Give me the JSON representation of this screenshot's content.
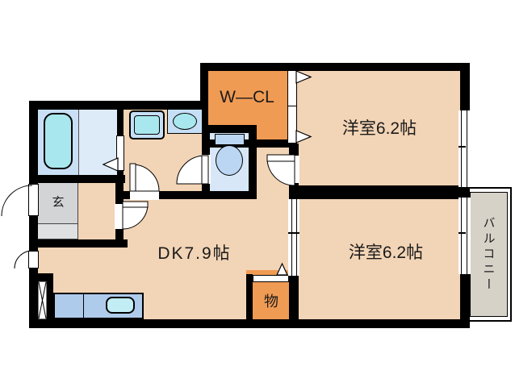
{
  "rooms": {
    "wcl": {
      "label": "W―CL"
    },
    "bedroom_top": {
      "label": "洋室6.2帖"
    },
    "bedroom_bottom": {
      "label": "洋室6.2帖"
    },
    "dk": {
      "label": "DK7.9帖"
    },
    "storage": {
      "label": "物"
    },
    "entrance": {
      "label": "玄"
    },
    "balcony": {
      "label": "バルコニー"
    }
  },
  "colors": {
    "room_beige": "#F2D4B6",
    "closet_orange": "#F09B53",
    "wall_black": "#000000",
    "bath_blue": "#C9DFF5",
    "bath_floor_blue": "#DDEAF8",
    "fixture_cyan": "#A9E7EE",
    "fixture_blue": "#C6DFF6",
    "toilet_room_blue": "#D8E7F8",
    "toilet_blue": "#BAD6F2",
    "counter_blue": "#AFCBEC",
    "sink_cyan": "#C2EDF5",
    "entrance_gray": "#D3D4D6",
    "entrance_step_gray": "#DFE0E2",
    "balcony_gray": "#D6D2C8"
  }
}
